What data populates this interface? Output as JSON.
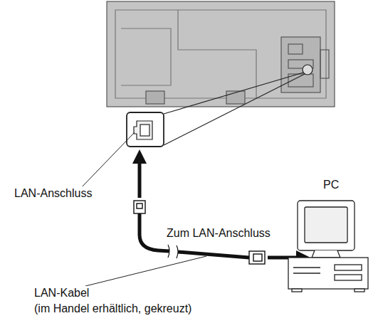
{
  "diagram": {
    "labels": [
      "LAN-Anschluss",
      "PC",
      "Zum LAN-Anschluss",
      "LAN-Kabel",
      "(im Handel erhältlich, gekreuzt)"
    ]
  }
}
